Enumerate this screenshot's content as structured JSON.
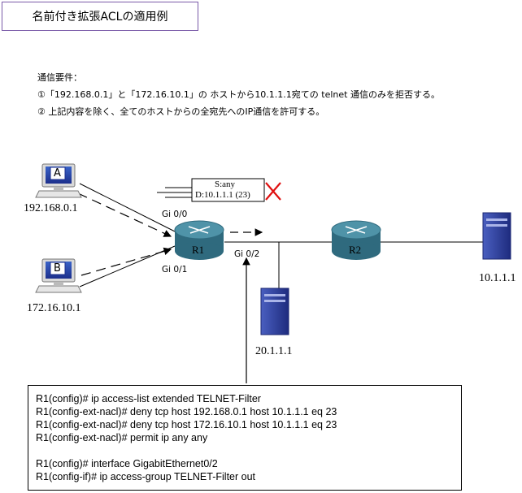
{
  "title": "名前付き拡張ACLの適用例",
  "requirements": {
    "heading": "通信要件：",
    "items": [
      "①「192.168.0.1」と「172.16.10.1」の ホストから10.1.1.1宛ての telnet 通信のみを拒否する。",
      "②  上記内容を除く、全てのホストからの全宛先へのIP通信を許可する。"
    ]
  },
  "diagram": {
    "host_a": {
      "letter": "A",
      "ip": "192.168.0.1"
    },
    "host_b": {
      "letter": "B",
      "ip": "172.16.10.1"
    },
    "router1": {
      "name": "R1",
      "port_top": "Gi 0/0",
      "port_bottom": "Gi 0/1",
      "port_right": "Gi 0/2"
    },
    "router2": {
      "name": "R2"
    },
    "server_mid": {
      "ip": "20.1.1.1"
    },
    "server_right": {
      "ip": "10.1.1.1"
    },
    "packet": {
      "src": "S:any",
      "dst": "D:10.1.1.1 (23)"
    },
    "colors": {
      "router_fill": "#3d7a8f",
      "deny_mark": "#e01010",
      "title_border": "#7a5aa8"
    }
  },
  "config": {
    "lines": [
      "R1(config)# ip access-list extended TELNET-Filter",
      "R1(config-ext-nacl)# deny tcp host 192.168.0.1 host 10.1.1.1 eq 23",
      "R1(config-ext-nacl)# deny tcp host 172.16.10.1 host 10.1.1.1 eq 23",
      "R1(config-ext-nacl)# permit ip any any",
      "",
      "R1(config)# interface GigabitEthernet0/2",
      "R1(config-if)# ip access-group TELNET-Filter out"
    ]
  }
}
